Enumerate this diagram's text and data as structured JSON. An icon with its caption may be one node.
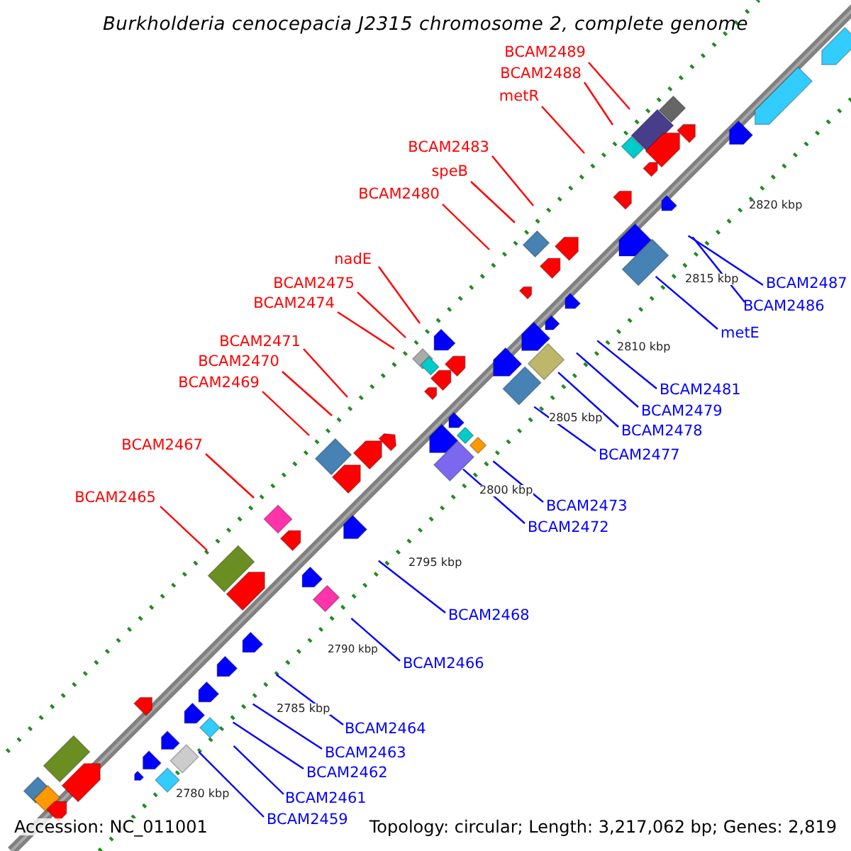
{
  "diagram": {
    "title": "Burkholderia cenocepacia J2315 chromosome 2, complete genome",
    "nodes": [
      {
        "text": [
          "BCAM2489"
        ]
      },
      {
        "text": [
          "BCAM2488"
        ]
      },
      {
        "text": [
          "metR"
        ]
      },
      {
        "text": [
          "BCAM2483"
        ]
      },
      {
        "text": [
          "speB"
        ]
      },
      {
        "text": [
          "BCAM2480"
        ]
      },
      {
        "text": [
          "nadE"
        ]
      },
      {
        "text": [
          "BCAM2475"
        ]
      },
      {
        "text": [
          "BCAM2474"
        ]
      },
      {
        "text": [
          "BCAM2471"
        ]
      },
      {
        "text": [
          "BCAM2470"
        ]
      },
      {
        "text": [
          "BCAM2469"
        ]
      },
      {
        "text": [
          "BCAM2467"
        ]
      },
      {
        "text": [
          "BCAM2465"
        ]
      },
      {
        "text": [
          "BCAM2487"
        ]
      },
      {
        "text": [
          "BCAM2486"
        ]
      },
      {
        "text": [
          "metE"
        ]
      },
      {
        "text": [
          "BCAM2481"
        ]
      },
      {
        "text": [
          "BCAM2479"
        ]
      },
      {
        "text": [
          "BCAM2478"
        ]
      },
      {
        "text": [
          "BCAM2477"
        ]
      },
      {
        "text": [
          "BCAM2473"
        ]
      },
      {
        "text": [
          "BCAM2472"
        ]
      },
      {
        "text": [
          "BCAM2468"
        ]
      },
      {
        "text": [
          "BCAM2466"
        ]
      },
      {
        "text": [
          "BCAM2464"
        ]
      },
      {
        "text": [
          "BCAM2463"
        ]
      },
      {
        "text": [
          "BCAM2462"
        ]
      },
      {
        "text": [
          "BCAM2461"
        ]
      },
      {
        "text": [
          "BCAM2459"
        ]
      }
    ],
    "edges": [
      {
        "from": 0,
        "to": null,
        "arrow": "none",
        "color": "#ff0000"
      },
      {
        "from": 1,
        "to": null,
        "arrow": "none",
        "color": "#ff0000"
      },
      {
        "from": 2,
        "to": null,
        "arrow": "none",
        "color": "#ff0000"
      },
      {
        "from": 3,
        "to": null,
        "arrow": "none",
        "color": "#ff0000"
      },
      {
        "from": 4,
        "to": null,
        "arrow": "none",
        "color": "#ff0000"
      },
      {
        "from": 5,
        "to": null,
        "arrow": "none",
        "color": "#ff0000"
      },
      {
        "from": 6,
        "to": null,
        "arrow": "none",
        "color": "#ff0000"
      },
      {
        "from": 7,
        "to": null,
        "arrow": "none",
        "color": "#ff0000"
      },
      {
        "from": 8,
        "to": null,
        "arrow": "none",
        "color": "#ff0000"
      },
      {
        "from": 9,
        "to": null,
        "arrow": "none",
        "color": "#ff0000"
      },
      {
        "from": 10,
        "to": null,
        "arrow": "none",
        "color": "#ff0000"
      },
      {
        "from": 11,
        "to": null,
        "arrow": "none",
        "color": "#ff0000"
      },
      {
        "from": 12,
        "to": null,
        "arrow": "none",
        "color": "#ff0000"
      },
      {
        "from": 13,
        "to": null,
        "arrow": "none",
        "color": "#ff0000"
      },
      {
        "from": 14,
        "to": null,
        "arrow": "none",
        "color": "#0000ff"
      },
      {
        "from": 15,
        "to": null,
        "arrow": "none",
        "color": "#0000ff"
      },
      {
        "from": 16,
        "to": null,
        "arrow": "none",
        "color": "#0000ff"
      },
      {
        "from": 17,
        "to": null,
        "arrow": "none",
        "color": "#0000ff"
      },
      {
        "from": 18,
        "to": null,
        "arrow": "none",
        "color": "#0000ff"
      },
      {
        "from": 19,
        "to": null,
        "arrow": "none",
        "color": "#0000ff"
      },
      {
        "from": 20,
        "to": null,
        "arrow": "none",
        "color": "#0000ff"
      },
      {
        "from": 21,
        "to": null,
        "arrow": "none",
        "color": "#0000ff"
      },
      {
        "from": 22,
        "to": null,
        "arrow": "none",
        "color": "#0000ff"
      },
      {
        "from": 23,
        "to": null,
        "arrow": "none",
        "color": "#0000ff"
      },
      {
        "from": 24,
        "to": null,
        "arrow": "none",
        "color": "#0000ff"
      },
      {
        "from": 25,
        "to": null,
        "arrow": "none",
        "color": "#0000ff"
      },
      {
        "from": 26,
        "to": null,
        "arrow": "none",
        "color": "#0000ff"
      },
      {
        "from": 27,
        "to": null,
        "arrow": "none",
        "color": "#0000ff"
      },
      {
        "from": 28,
        "to": null,
        "arrow": "none",
        "color": "#0000ff"
      },
      {
        "from": 29,
        "to": null,
        "arrow": "none",
        "color": "#0000ff"
      }
    ],
    "labels": [
      "2820 kbp",
      "2815 kbp",
      "2810 kbp",
      "2805 kbp",
      "2800 kbp",
      "2795 kbp",
      "2790 kbp",
      "2785 kbp",
      "2780 kbp",
      "Accession: NC_011001",
      "Topology: circular; Length: 3,217,062 bp; Genes: 2,819"
    ]
  }
}
